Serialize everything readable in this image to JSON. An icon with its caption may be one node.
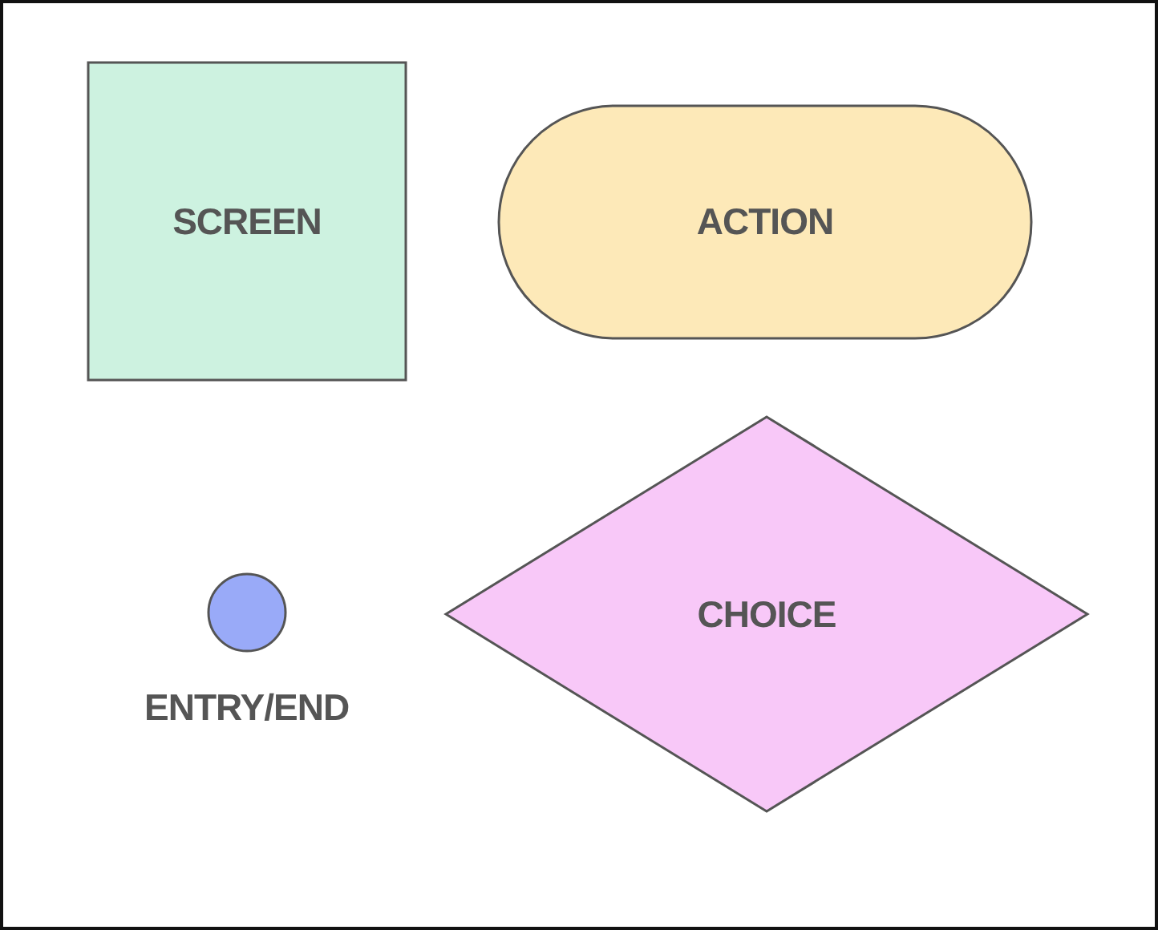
{
  "diagram": {
    "nodes": [
      {
        "text": [
          "SCREEN"
        ]
      },
      {
        "text": [
          "ACTION"
        ]
      },
      {
        "text": [],
        "shape": "circle",
        "beside": [
          "ENTRY/END"
        ]
      },
      {
        "text": [
          "CHOICE"
        ]
      }
    ]
  }
}
